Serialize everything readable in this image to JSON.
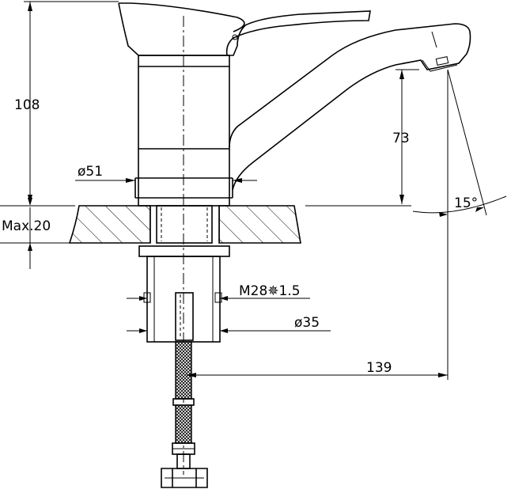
{
  "dimensions": {
    "height_total": "108",
    "spout_height": "73",
    "max_thickness": "Max.20",
    "base_diameter": "ø51",
    "thread": "M28✵1.5",
    "shank_diameter": "ø35",
    "spout_reach": "139",
    "swivel_angle": "15°"
  }
}
